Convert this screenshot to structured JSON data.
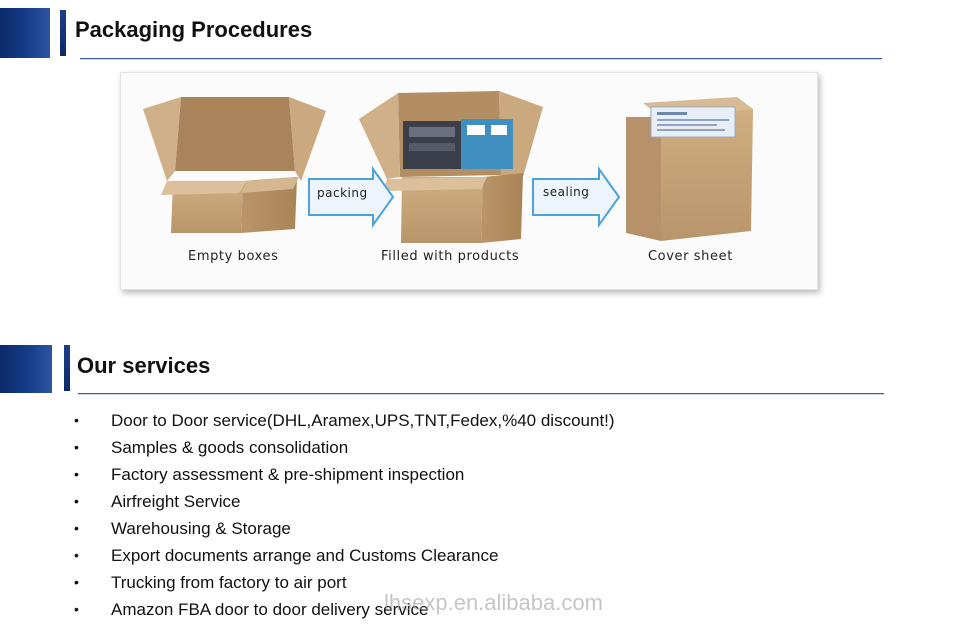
{
  "section_packaging": {
    "title": "Packaging Procedures",
    "steps": [
      {
        "caption": "Empty boxes"
      },
      {
        "caption": "Filled with products"
      },
      {
        "caption": "Cover sheet"
      }
    ],
    "arrows": [
      "packing",
      "sealing"
    ]
  },
  "section_services": {
    "title": "Our services",
    "bullet": "•",
    "items": [
      "Door to Door service(DHL,Aramex,UPS,TNT,Fedex,%40 discount!)",
      "Samples & goods consolidation",
      "Factory assessment & pre-shipment inspection",
      "Airfreight Service",
      "Warehousing & Storage",
      "Export documents arrange and Customs Clearance",
      "Trucking from factory to air port",
      "Amazon FBA door to door delivery service"
    ]
  },
  "watermark": "lhsexp.en.alibaba.com",
  "colors": {
    "header_blue": "#0b2a6a",
    "rule_blue": "#3b5aa0",
    "cardboard": "#c8a477"
  }
}
